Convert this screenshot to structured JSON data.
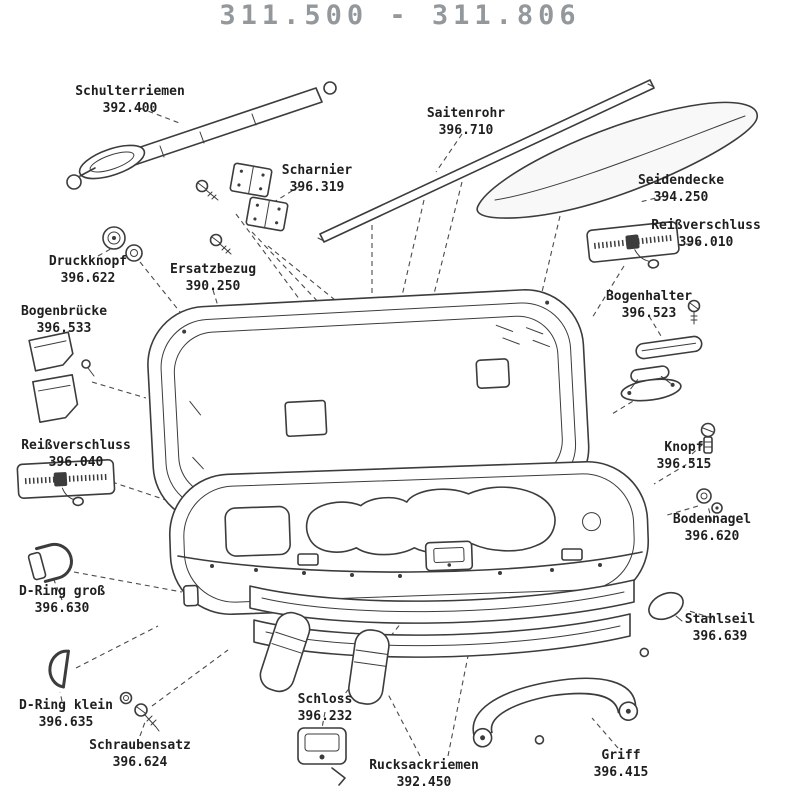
{
  "title": "311.500 - 311.806",
  "parts": [
    {
      "id": "schulterriemen",
      "name": "Schulterriemen",
      "number": "392.400"
    },
    {
      "id": "saitenrohr",
      "name": "Saitenrohr",
      "number": "396.710"
    },
    {
      "id": "scharnier",
      "name": "Scharnier",
      "number": "396.319"
    },
    {
      "id": "seidendecke",
      "name": "Seidendecke",
      "number": "394.250"
    },
    {
      "id": "reissverschluss-rechts",
      "name": "Reißverschluss",
      "number": "396.010"
    },
    {
      "id": "druckknopf",
      "name": "Druckknopf",
      "number": "396.622"
    },
    {
      "id": "ersatzbezug",
      "name": "Ersatzbezug",
      "number": "390.250"
    },
    {
      "id": "bogenhalter",
      "name": "Bogenhalter",
      "number": "396.523"
    },
    {
      "id": "bogenbruecke",
      "name": "Bogenbrücke",
      "number": "396.533"
    },
    {
      "id": "reissverschluss-links",
      "name": "Reißverschluss",
      "number": "396.040"
    },
    {
      "id": "knopf",
      "name": "Knopf",
      "number": "396.515"
    },
    {
      "id": "bodennagel",
      "name": "Bodennagel",
      "number": "396.620"
    },
    {
      "id": "d-ring-gross",
      "name": "D-Ring groß",
      "number": "396.630"
    },
    {
      "id": "stahlseil",
      "name": "Stahlseil",
      "number": "396.639"
    },
    {
      "id": "d-ring-klein",
      "name": "D-Ring klein",
      "number": "396.635"
    },
    {
      "id": "schraubensatz",
      "name": "Schraubensatz",
      "number": "396.624"
    },
    {
      "id": "schloss",
      "name": "Schloss",
      "number": "396.232"
    },
    {
      "id": "rucksackriemen",
      "name": "Rucksackriemen",
      "number": "392.450"
    },
    {
      "id": "griff",
      "name": "Griff",
      "number": "396.415"
    }
  ],
  "colors": {
    "ink": "#3c3c3c",
    "title_gray": "#93989c",
    "label_ink": "#1f1f1f",
    "paper": "#ffffff"
  }
}
